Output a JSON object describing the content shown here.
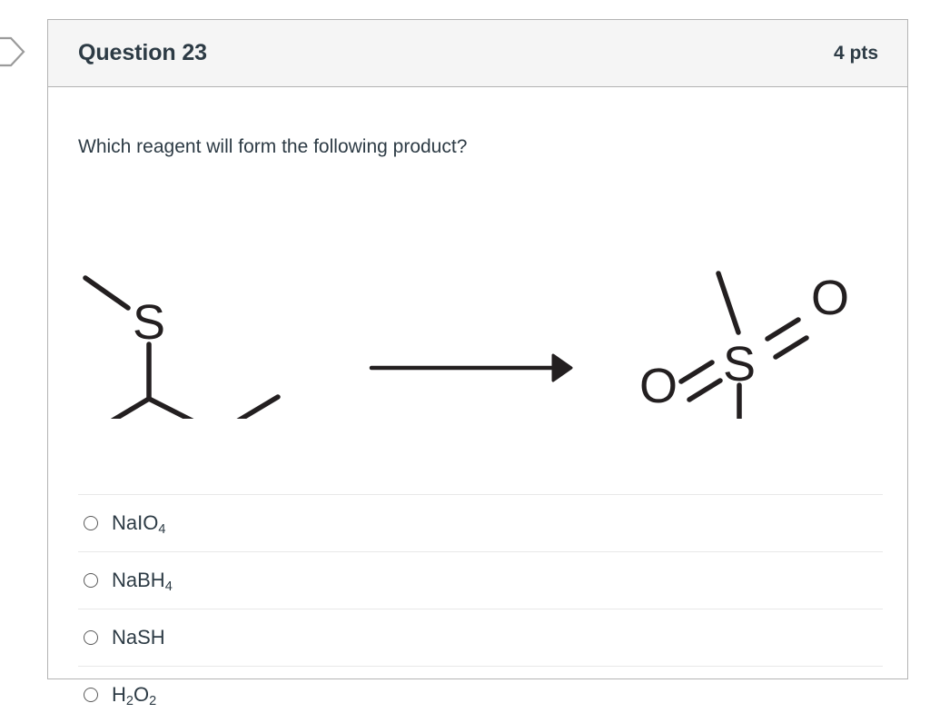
{
  "marker": {
    "icon": "flag-tag-icon"
  },
  "question": {
    "title": "Question 23",
    "points": "4 pts",
    "prompt": "Which reagent will form the following product?"
  },
  "reaction": {
    "arrow_icon": "reaction-arrow-icon",
    "reactant": {
      "name": "sec-butyl methyl sulfide",
      "atom_labels": [
        "S"
      ]
    },
    "product": {
      "name": "sec-butyl methyl sulfone",
      "atom_labels": [
        "O",
        "S",
        "O"
      ]
    }
  },
  "answers": [
    {
      "id": "option-a",
      "text": "NaIO4",
      "formula": [
        {
          "t": "NaIO",
          "sub": false
        },
        {
          "t": "4",
          "sub": true
        }
      ]
    },
    {
      "id": "option-b",
      "text": "NaBH4",
      "formula": [
        {
          "t": "NaBH",
          "sub": false
        },
        {
          "t": "4",
          "sub": true
        }
      ]
    },
    {
      "id": "option-c",
      "text": "NaSH",
      "formula": [
        {
          "t": "NaSH",
          "sub": false
        }
      ]
    },
    {
      "id": "option-d",
      "text": "H2O2",
      "formula": [
        {
          "t": "H",
          "sub": false
        },
        {
          "t": "2",
          "sub": true
        },
        {
          "t": "O",
          "sub": false
        },
        {
          "t": "2",
          "sub": true
        }
      ]
    }
  ],
  "colors": {
    "card_border": "#b3b3b3",
    "header_bg": "#f5f5f5",
    "text": "#2d3b45",
    "divider": "#e8e8e8",
    "structure_stroke": "#231f20"
  }
}
